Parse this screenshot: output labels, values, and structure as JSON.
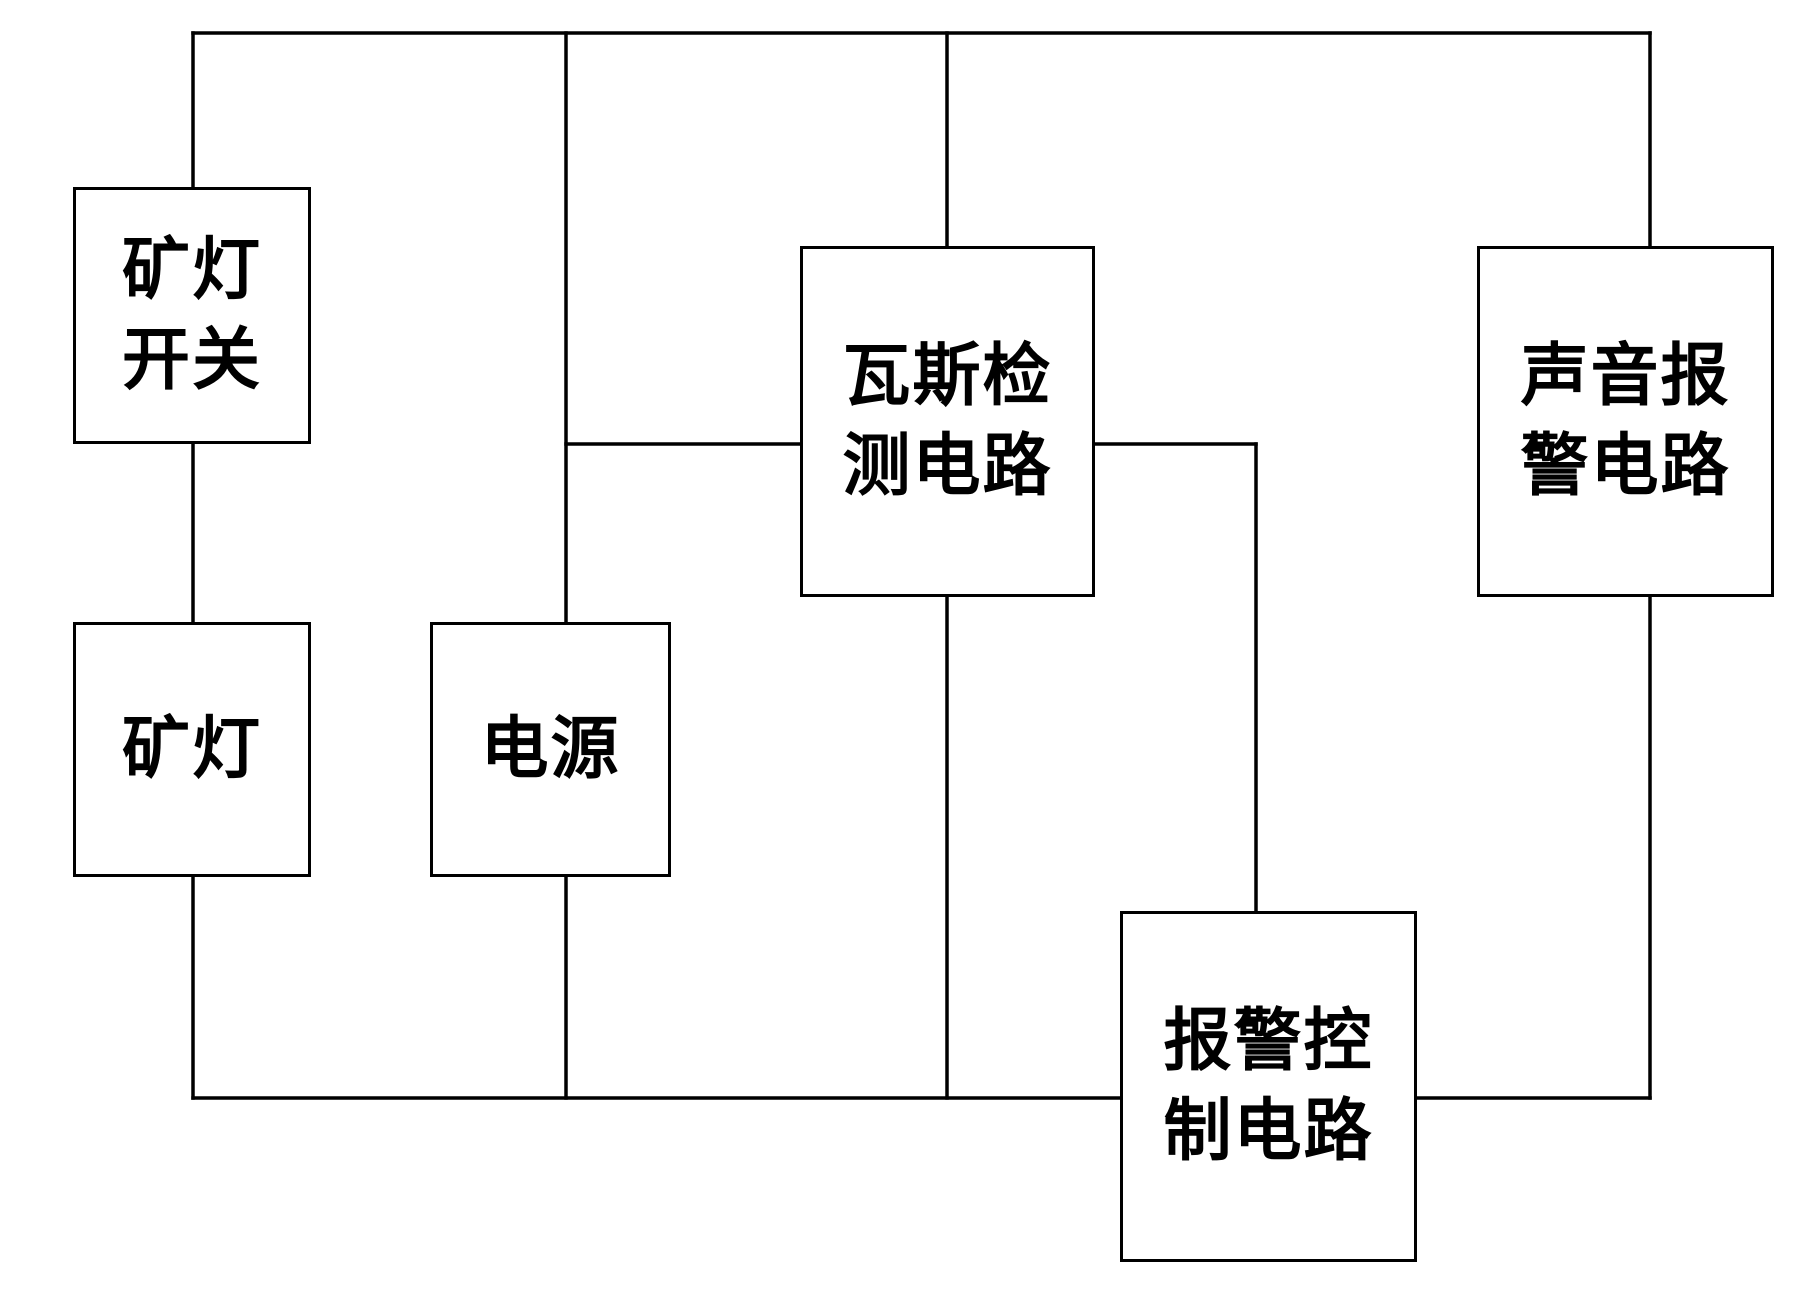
{
  "colors": {
    "line": "#000000",
    "background": "#ffffff"
  },
  "blocks": {
    "mine_lamp_switch": {
      "lines": [
        "矿灯",
        "开关"
      ]
    },
    "mine_lamp": {
      "lines": [
        "矿灯"
      ]
    },
    "power_supply": {
      "lines": [
        "电源"
      ]
    },
    "gas_detection": {
      "lines": [
        "瓦斯检",
        "测电路"
      ]
    },
    "sound_alarm": {
      "lines": [
        "声音报",
        "警电路"
      ]
    },
    "alarm_control": {
      "lines": [
        "报警控",
        "制电路"
      ]
    }
  }
}
